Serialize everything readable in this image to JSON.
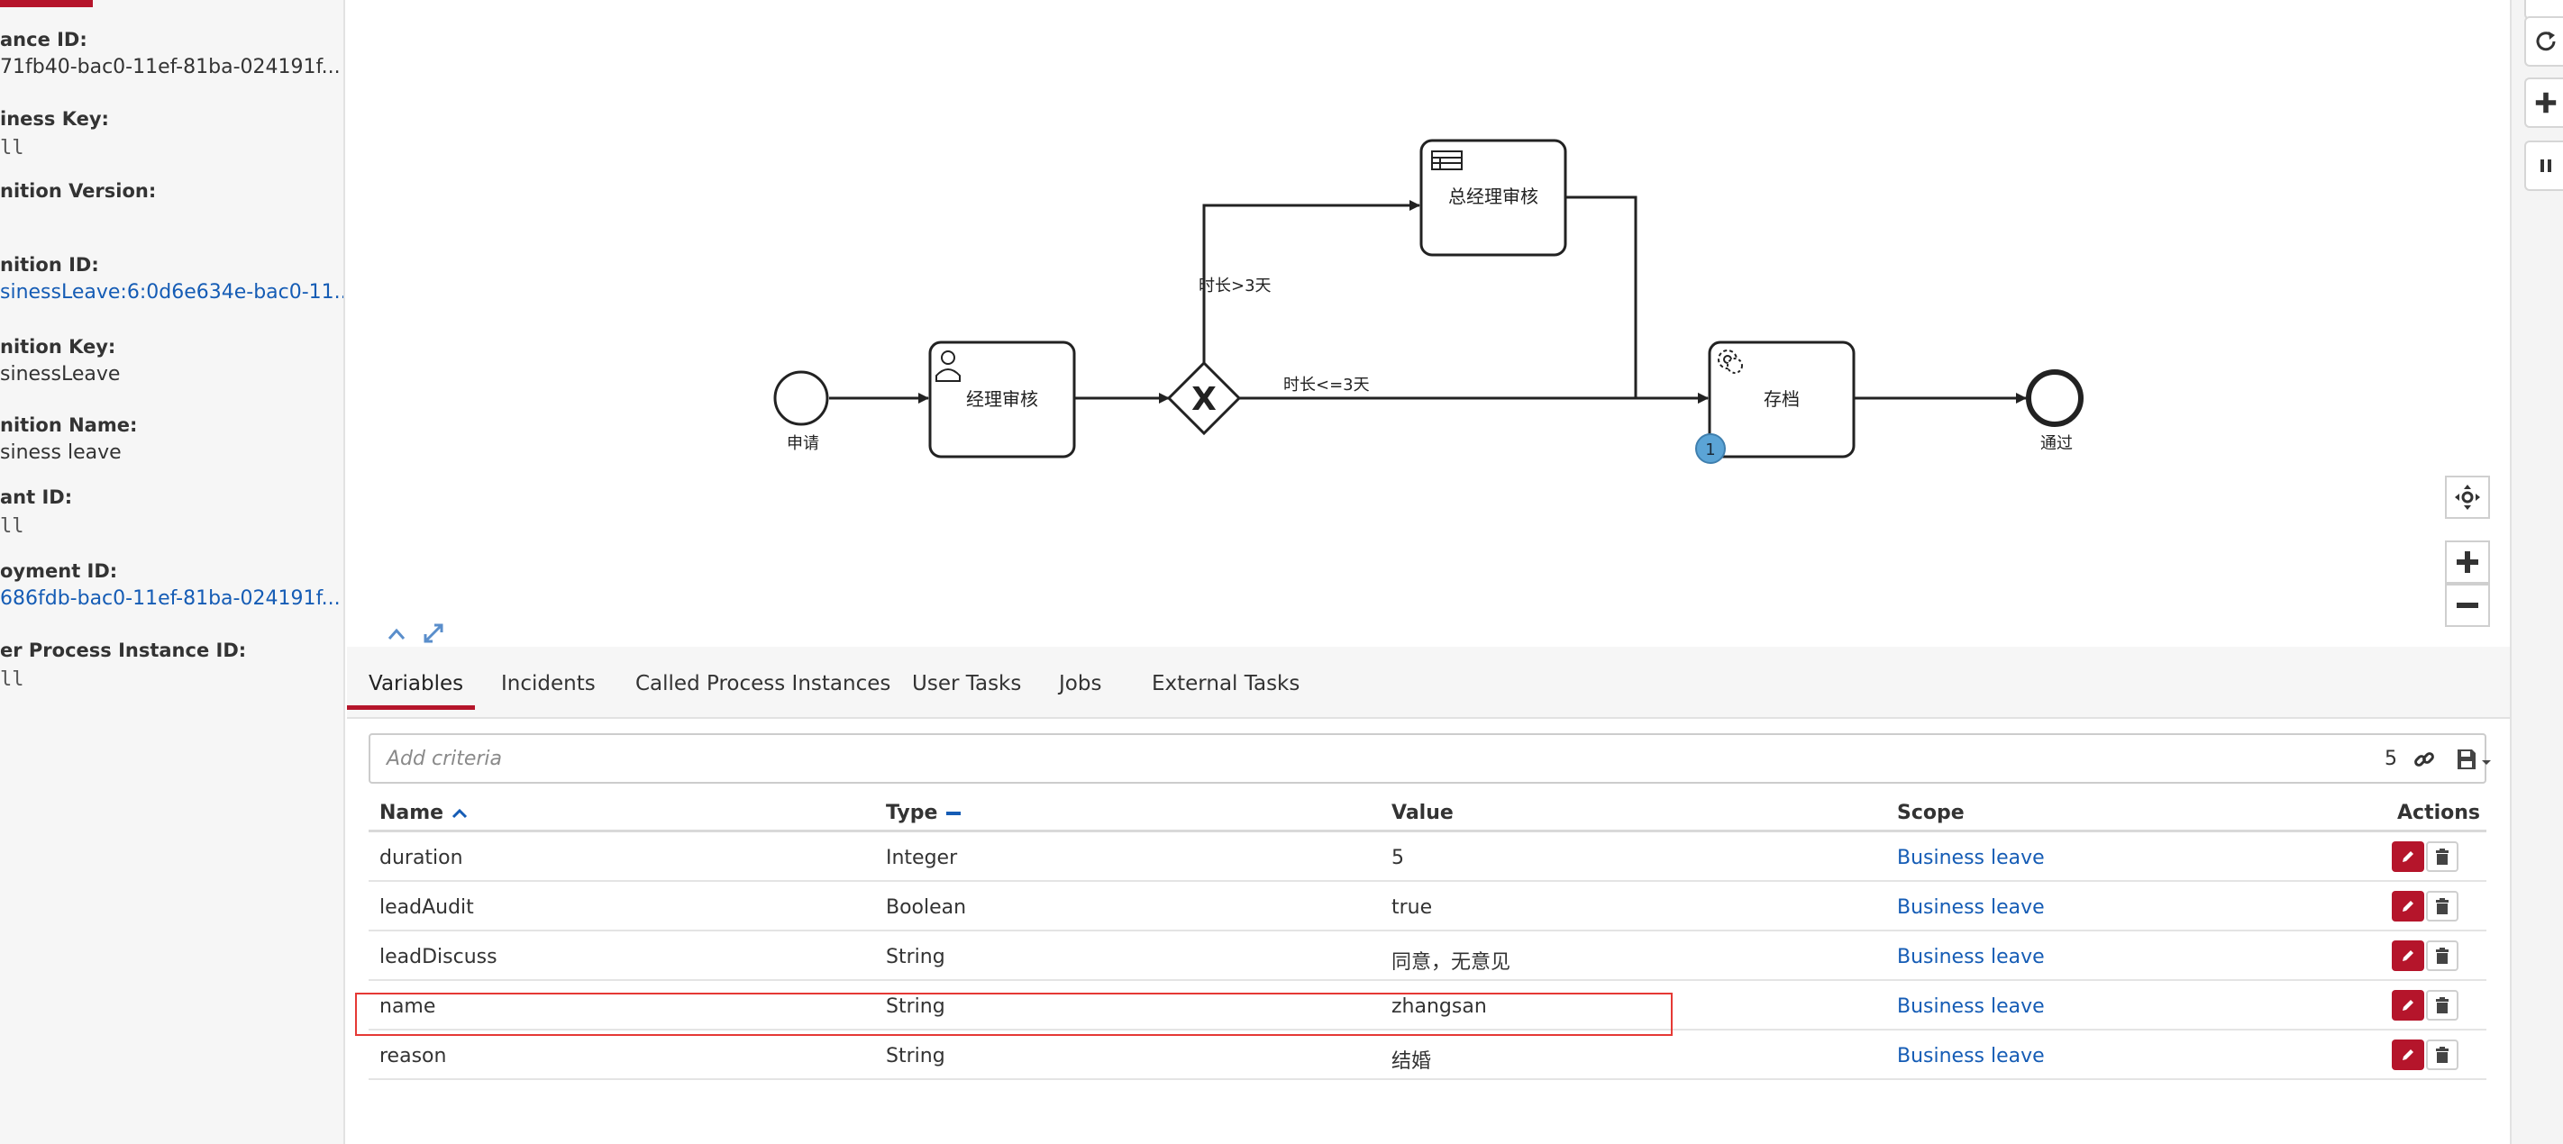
{
  "sidebar": {
    "fields": [
      {
        "label": "ance ID:",
        "value": "71fb40-bac0-11ef-81ba-024191f..."
      },
      {
        "label": "iness Key:",
        "value": "ll"
      },
      {
        "label": "nition Version:",
        "value": ""
      },
      {
        "label": "nition ID:",
        "value": "sinessLeave:6:0d6e634e-bac0-11..."
      },
      {
        "label": "nition Key:",
        "value": "sinessLeave"
      },
      {
        "label": "nition Name:",
        "value": "siness leave"
      },
      {
        "label": "ant ID:",
        "value": "ll"
      },
      {
        "label": "oyment ID:",
        "value": "686fdb-bac0-11ef-81ba-024191f..."
      },
      {
        "label": "er Process Instance ID:",
        "value": "ll"
      }
    ]
  },
  "diagram": {
    "start_label": "申请",
    "task_manager": "经理审核",
    "task_general_manager": "总经理审核",
    "task_archive": "存档",
    "end_label": "通过",
    "flow_long": "时长>3天",
    "flow_short": "时长<=3天",
    "archive_badge": "1",
    "gateway_symbol": "X",
    "icons": [
      "user-task-icon",
      "business-rule-task-icon",
      "service-task-icon"
    ]
  },
  "tabs": [
    {
      "label": "Variables",
      "active": true
    },
    {
      "label": "Incidents"
    },
    {
      "label": "Called Process Instances"
    },
    {
      "label": "User Tasks"
    },
    {
      "label": "Jobs"
    },
    {
      "label": "External Tasks"
    }
  ],
  "search": {
    "placeholder": "Add criteria",
    "count": "5"
  },
  "table": {
    "headers": {
      "name": "Name",
      "type": "Type",
      "value": "Value",
      "scope": "Scope",
      "actions": "Actions"
    },
    "rows": [
      {
        "name": "duration",
        "type": "Integer",
        "value": "5",
        "scope": "Business leave"
      },
      {
        "name": "leadAudit",
        "type": "Boolean",
        "value": "true",
        "scope": "Business leave"
      },
      {
        "name": "leadDiscuss",
        "type": "String",
        "value": "同意，无意见",
        "scope": "Business leave"
      },
      {
        "name": "name",
        "type": "String",
        "value": "zhangsan",
        "scope": "Business leave"
      },
      {
        "name": "reason",
        "type": "String",
        "value": "结婚",
        "scope": "Business leave"
      }
    ]
  },
  "colors": {
    "accent": "#b5152b",
    "link": "#155cb5",
    "highlight": "#e53935",
    "badge": "#5ba4d6"
  }
}
